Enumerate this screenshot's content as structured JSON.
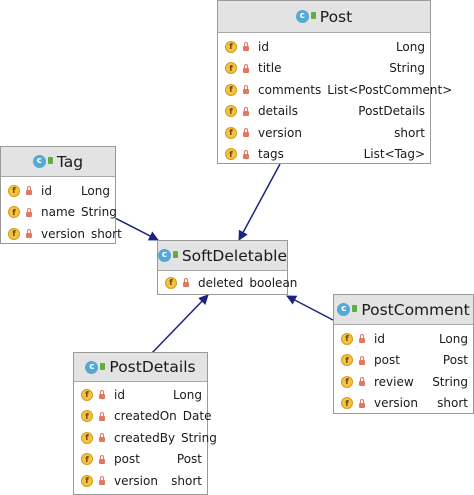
{
  "classes": {
    "post": {
      "name": "Post",
      "fields": [
        {
          "name": "id",
          "type": "Long"
        },
        {
          "name": "title",
          "type": "String"
        },
        {
          "name": "comments",
          "type": "List<PostComment>"
        },
        {
          "name": "details",
          "type": "PostDetails"
        },
        {
          "name": "version",
          "type": "short"
        },
        {
          "name": "tags",
          "type": "List<Tag>"
        }
      ]
    },
    "tag": {
      "name": "Tag",
      "fields": [
        {
          "name": "id",
          "type": "Long"
        },
        {
          "name": "name",
          "type": "String"
        },
        {
          "name": "version",
          "type": "short"
        }
      ]
    },
    "soft_deletable": {
      "name": "SoftDeletable",
      "fields": [
        {
          "name": "deleted",
          "type": "boolean"
        }
      ]
    },
    "post_comment": {
      "name": "PostComment",
      "fields": [
        {
          "name": "id",
          "type": "Long"
        },
        {
          "name": "post",
          "type": "Post"
        },
        {
          "name": "review",
          "type": "String"
        },
        {
          "name": "version",
          "type": "short"
        }
      ]
    },
    "post_details": {
      "name": "PostDetails",
      "fields": [
        {
          "name": "id",
          "type": "Long"
        },
        {
          "name": "createdOn",
          "type": "Date"
        },
        {
          "name": "createdBy",
          "type": "String"
        },
        {
          "name": "post",
          "type": "Post"
        },
        {
          "name": "version",
          "type": "short"
        }
      ]
    }
  },
  "icons": {
    "class_icon_letter": "c",
    "field_icon_letter": "f"
  },
  "colors": {
    "arrow": "#1a237e",
    "header_background": "#e3e3e3",
    "class_icon": "#55a9d6",
    "field_icon": "#f5c342",
    "private_lock": "#e07862"
  }
}
